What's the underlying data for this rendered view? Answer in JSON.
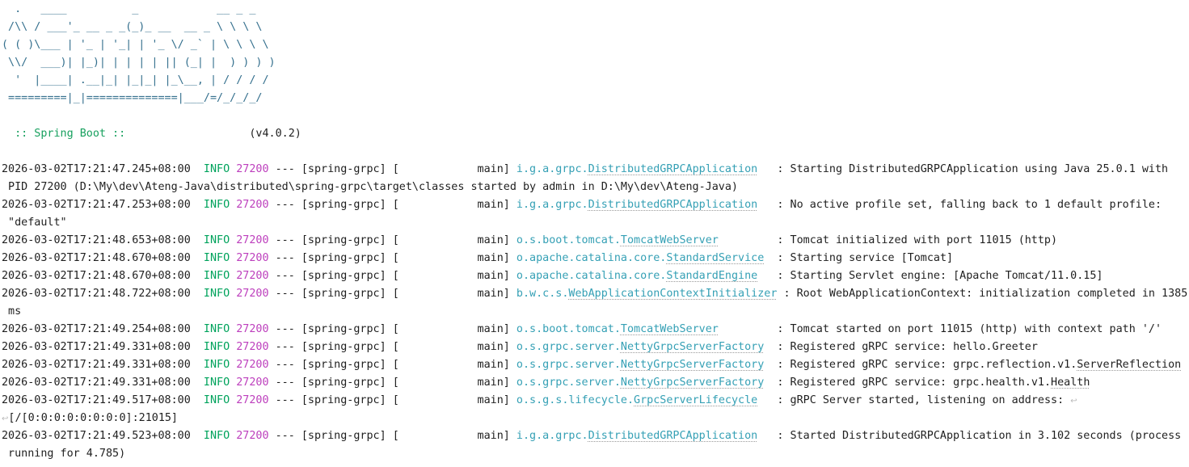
{
  "app": {
    "framework_label": ":: Spring Boot ::",
    "framework_version": "(v4.0.2)",
    "application_name": "spring-grpc",
    "main_class": "DistributedGRPCApplication",
    "process_id": "27200",
    "thread": "main",
    "log_level": "INFO",
    "http_port": "11015",
    "grpc_address": "[/[0:0:0:0:0:0:0:0]:21015]",
    "java_version": "25.0.1",
    "startup_seconds": "3.102",
    "process_running_for": "4.785"
  },
  "colors": {
    "text": "#1f1f1f",
    "info_level": "#00a35c",
    "process_id": "#bd3fbd",
    "logger_name": "#35a0b5",
    "banner": "#35708e",
    "spring_label": "#17a05e",
    "soft_wrap_icon": "#b9b9b9"
  },
  "console": {
    "lines": [
      {
        "segs": [
          [
            "b",
            "  .   ____          _            __ _ _"
          ]
        ]
      },
      {
        "segs": [
          [
            "b",
            " /\\\\ / ___'_ __ _ _(_)_ __  __ _ \\ \\ \\ \\"
          ]
        ]
      },
      {
        "segs": [
          [
            "b",
            "( ( )\\___ | '_ | '_| | '_ \\/ _` | \\ \\ \\ \\"
          ]
        ]
      },
      {
        "segs": [
          [
            "b",
            " \\\\/  ___)| |_)| | | | | || (_| |  ) ) ) )"
          ]
        ]
      },
      {
        "segs": [
          [
            "b",
            "  '  |____| .__|_| |_|_| |_\\__, | / / / /"
          ]
        ]
      },
      {
        "segs": [
          [
            "b",
            " =========|_|==============|___/=/_/_/_/"
          ]
        ]
      },
      {
        "segs": [
          [
            "t",
            ""
          ]
        ]
      },
      {
        "segs": [
          [
            "sb",
            "  :: Spring Boot ::"
          ],
          [
            "t",
            "                   (v4.0.2)"
          ]
        ]
      },
      {
        "segs": [
          [
            "t",
            ""
          ]
        ]
      },
      {
        "segs": [
          [
            "t",
            "2026-03-02T17:21:47.245+08:00  "
          ],
          [
            "g",
            "INFO"
          ],
          [
            "t",
            " "
          ],
          [
            "m",
            "27200"
          ],
          [
            "t",
            " --- [spring-grpc] [            main] "
          ],
          [
            "l",
            "i.g.a.grpc."
          ],
          [
            "lu",
            "DistributedGRPCApplication"
          ],
          [
            "t",
            "   : Starting DistributedGRPCApplication using Java 25.0.1 with"
          ]
        ]
      },
      {
        "segs": [
          [
            "t",
            " PID 27200 (D:\\My\\dev\\Ateng-Java\\distributed\\spring-grpc\\target\\classes started by admin in D:\\My\\dev\\Ateng-Java)"
          ]
        ]
      },
      {
        "segs": [
          [
            "t",
            "2026-03-02T17:21:47.253+08:00  "
          ],
          [
            "g",
            "INFO"
          ],
          [
            "t",
            " "
          ],
          [
            "m",
            "27200"
          ],
          [
            "t",
            " --- [spring-grpc] [            main] "
          ],
          [
            "l",
            "i.g.a.grpc."
          ],
          [
            "lu",
            "DistributedGRPCApplication"
          ],
          [
            "t",
            "   : No active profile set, falling back to 1 default profile:"
          ]
        ]
      },
      {
        "segs": [
          [
            "t",
            " \"default\""
          ]
        ]
      },
      {
        "segs": [
          [
            "t",
            "2026-03-02T17:21:48.653+08:00  "
          ],
          [
            "g",
            "INFO"
          ],
          [
            "t",
            " "
          ],
          [
            "m",
            "27200"
          ],
          [
            "t",
            " --- [spring-grpc] [            main] "
          ],
          [
            "l",
            "o.s.boot.tomcat."
          ],
          [
            "lu",
            "TomcatWebServer"
          ],
          [
            "t",
            "         : Tomcat initialized with port 11015 (http)"
          ]
        ]
      },
      {
        "segs": [
          [
            "t",
            "2026-03-02T17:21:48.670+08:00  "
          ],
          [
            "g",
            "INFO"
          ],
          [
            "t",
            " "
          ],
          [
            "m",
            "27200"
          ],
          [
            "t",
            " --- [spring-grpc] [            main] "
          ],
          [
            "l",
            "o.apache.catalina.core."
          ],
          [
            "lu",
            "StandardService"
          ],
          [
            "t",
            "  : Starting service [Tomcat]"
          ]
        ]
      },
      {
        "segs": [
          [
            "t",
            "2026-03-02T17:21:48.670+08:00  "
          ],
          [
            "g",
            "INFO"
          ],
          [
            "t",
            " "
          ],
          [
            "m",
            "27200"
          ],
          [
            "t",
            " --- [spring-grpc] [            main] "
          ],
          [
            "l",
            "o.apache.catalina.core."
          ],
          [
            "lu",
            "StandardEngine"
          ],
          [
            "t",
            "   : Starting Servlet engine: [Apache Tomcat/11.0.15]"
          ]
        ]
      },
      {
        "segs": [
          [
            "t",
            "2026-03-02T17:21:48.722+08:00  "
          ],
          [
            "g",
            "INFO"
          ],
          [
            "t",
            " "
          ],
          [
            "m",
            "27200"
          ],
          [
            "t",
            " --- [spring-grpc] [            main] "
          ],
          [
            "l",
            "b.w.c.s."
          ],
          [
            "lu",
            "WebApplicationContextInitializer"
          ],
          [
            "t",
            " : Root WebApplicationContext: initialization completed in 1385"
          ]
        ]
      },
      {
        "segs": [
          [
            "t",
            " ms"
          ]
        ]
      },
      {
        "segs": [
          [
            "t",
            "2026-03-02T17:21:49.254+08:00  "
          ],
          [
            "g",
            "INFO"
          ],
          [
            "t",
            " "
          ],
          [
            "m",
            "27200"
          ],
          [
            "t",
            " --- [spring-grpc] [            main] "
          ],
          [
            "l",
            "o.s.boot.tomcat."
          ],
          [
            "lu",
            "TomcatWebServer"
          ],
          [
            "t",
            "         : Tomcat started on port 11015 (http) with context path '/'"
          ]
        ]
      },
      {
        "segs": [
          [
            "t",
            "2026-03-02T17:21:49.331+08:00  "
          ],
          [
            "g",
            "INFO"
          ],
          [
            "t",
            " "
          ],
          [
            "m",
            "27200"
          ],
          [
            "t",
            " --- [spring-grpc] [            main] "
          ],
          [
            "l",
            "o.s.grpc.server."
          ],
          [
            "lu",
            "NettyGrpcServerFactory"
          ],
          [
            "t",
            "  : Registered gRPC service: hello.Greeter"
          ]
        ]
      },
      {
        "segs": [
          [
            "t",
            "2026-03-02T17:21:49.331+08:00  "
          ],
          [
            "g",
            "INFO"
          ],
          [
            "t",
            " "
          ],
          [
            "m",
            "27200"
          ],
          [
            "t",
            " --- [spring-grpc] [            main] "
          ],
          [
            "l",
            "o.s.grpc.server."
          ],
          [
            "lu",
            "NettyGrpcServerFactory"
          ],
          [
            "t",
            "  : Registered gRPC service: grpc.reflection.v1."
          ],
          [
            "u",
            "ServerReflection"
          ]
        ]
      },
      {
        "segs": [
          [
            "t",
            "2026-03-02T17:21:49.331+08:00  "
          ],
          [
            "g",
            "INFO"
          ],
          [
            "t",
            " "
          ],
          [
            "m",
            "27200"
          ],
          [
            "t",
            " --- [spring-grpc] [            main] "
          ],
          [
            "l",
            "o.s.grpc.server."
          ],
          [
            "lu",
            "NettyGrpcServerFactory"
          ],
          [
            "t",
            "  : Registered gRPC service: grpc.health.v1."
          ],
          [
            "u",
            "Health"
          ]
        ]
      },
      {
        "segs": [
          [
            "t",
            "2026-03-02T17:21:49.517+08:00  "
          ],
          [
            "g",
            "INFO"
          ],
          [
            "t",
            " "
          ],
          [
            "m",
            "27200"
          ],
          [
            "t",
            " --- [spring-grpc] [            main] "
          ],
          [
            "l",
            "o.s.g.s.lifecycle."
          ],
          [
            "lu",
            "GrpcServerLifecycle"
          ],
          [
            "t",
            "   : gRPC Server started, listening on address: "
          ],
          [
            "w",
            "↩"
          ]
        ]
      },
      {
        "segs": [
          [
            "w",
            "↩"
          ],
          [
            "t",
            "[/[0:0:0:0:0:0:0:0]:21015]"
          ]
        ]
      },
      {
        "segs": [
          [
            "t",
            "2026-03-02T17:21:49.523+08:00  "
          ],
          [
            "g",
            "INFO"
          ],
          [
            "t",
            " "
          ],
          [
            "m",
            "27200"
          ],
          [
            "t",
            " --- [spring-grpc] [            main] "
          ],
          [
            "l",
            "i.g.a.grpc."
          ],
          [
            "lu",
            "DistributedGRPCApplication"
          ],
          [
            "t",
            "   : Started DistributedGRPCApplication in 3.102 seconds (process"
          ]
        ]
      },
      {
        "segs": [
          [
            "t",
            " running for 4.785)"
          ]
        ]
      }
    ]
  }
}
